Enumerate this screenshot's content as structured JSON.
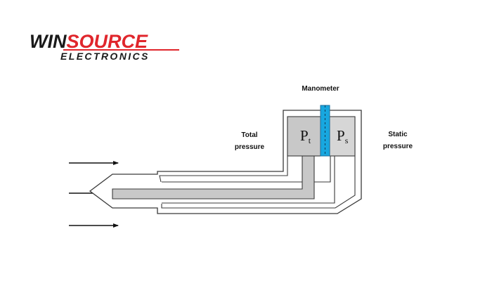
{
  "logo": {
    "part1": "WIN",
    "part2": "SOURCE",
    "subtitle": "ELECTRONICS",
    "color_dark": "#1a1a1a",
    "color_accent": "#e0262c"
  },
  "labels": {
    "manometer": "Manometer",
    "total_line1": "Total",
    "total_line2": "pressure",
    "static_line1": "Static",
    "static_line2": "pressure",
    "pt_symbol": "P",
    "pt_subscript": "t",
    "ps_symbol": "P",
    "ps_subscript": "s"
  },
  "colors": {
    "tube_outline": "#3a3a3a",
    "chamber_total": "#c8c8c8",
    "chamber_static": "#d6d6d6",
    "inner_tube_fill": "#c8c8c8",
    "manometer_fluid": "#18a7df",
    "manometer_line": "#1d6f9c",
    "arrow": "#111111"
  }
}
